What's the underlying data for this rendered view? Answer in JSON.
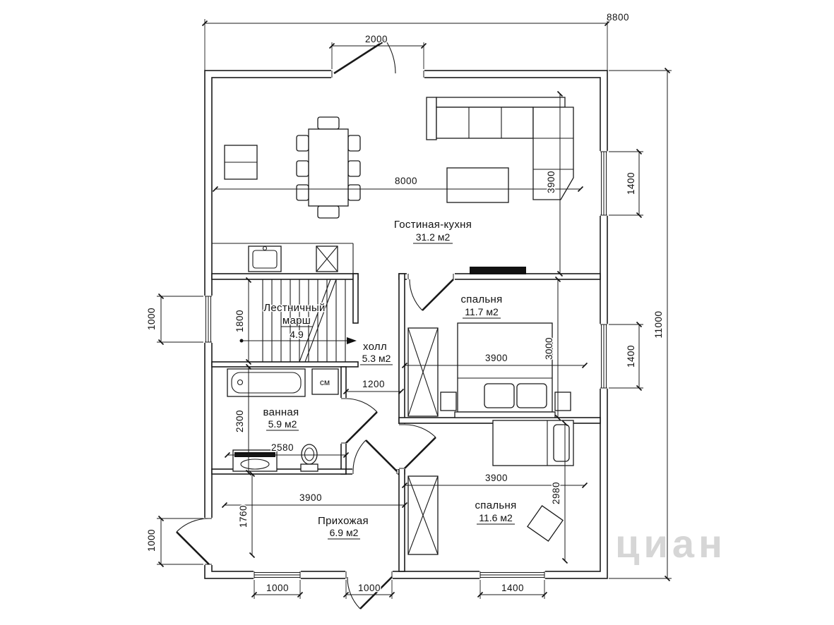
{
  "plan": {
    "rooms": {
      "living_kitchen": {
        "name": "Гостиная-кухня",
        "area": "31.2 м2"
      },
      "bedroom1": {
        "name": "спальня",
        "area": "11.7 м2"
      },
      "hall": {
        "name": "холл",
        "area": "5.3 м2"
      },
      "bathroom": {
        "name": "ванная",
        "area": "5.9 м2"
      },
      "bedroom2": {
        "name": "спальня",
        "area": "11.6 м2"
      },
      "entry": {
        "name": "Прихожая",
        "area": "6.9 м2"
      },
      "stairs": {
        "name_line1": "Лестничный",
        "name_line2": "марш",
        "area": "4.9"
      }
    },
    "labels": {
      "washing_machine": "см"
    },
    "dimensions": {
      "overall_width": "8800",
      "entrance_top": "2000",
      "living_width": "8000",
      "living_depth": "3900",
      "window_right_top": "1400",
      "window_left": "1000",
      "stairs_depth": "1800",
      "bedroom1_depth": "3000",
      "window_right_mid": "1400",
      "bedroom1_width": "3900",
      "hall_width": "1200",
      "bathroom_depth": "2300",
      "bathroom_width": "2580",
      "bedroom2_width": "3900",
      "bedroom2_depth": "2980",
      "entry_width": "3900",
      "entry_depth": "1760",
      "door_left": "1000",
      "window_bottom_left": "1000",
      "door_bottom": "1000",
      "window_bottom_right": "1400",
      "overall_height": "11000"
    },
    "watermark": "циан"
  }
}
